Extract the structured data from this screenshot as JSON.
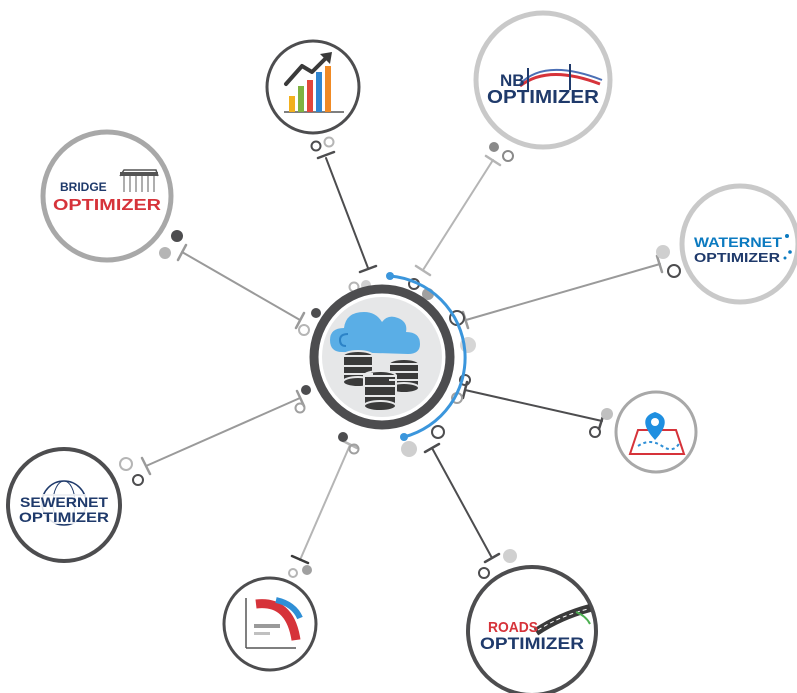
{
  "hub": {
    "icon": "cloud-database-icon"
  },
  "colors": {
    "dark": "#4d4d4f",
    "mid": "#9a9a9a",
    "light": "#c9c9c9",
    "blue": "#2f8fd6",
    "red": "#d6333a",
    "navy": "#1f3a6b",
    "teal": "#0b7ac0"
  },
  "nodes": {
    "bridge": {
      "line1": "BRIDGE",
      "line2": "OPTIMIZER"
    },
    "nb": {
      "line1": "NB",
      "line2": "OPTIMIZER"
    },
    "waternet": {
      "line1": "WATERNET",
      "line2": "OPTIMIZER"
    },
    "sewernet": {
      "line1": "SEWERNET",
      "line2": "OPTIMIZER"
    },
    "roads": {
      "line1": "ROADS",
      "line2": "OPTIMIZER"
    },
    "chart": {
      "icon": "bar-chart-growth-icon"
    },
    "map": {
      "icon": "map-pin-icon"
    },
    "gauge": {
      "icon": "gauge-icon"
    }
  }
}
